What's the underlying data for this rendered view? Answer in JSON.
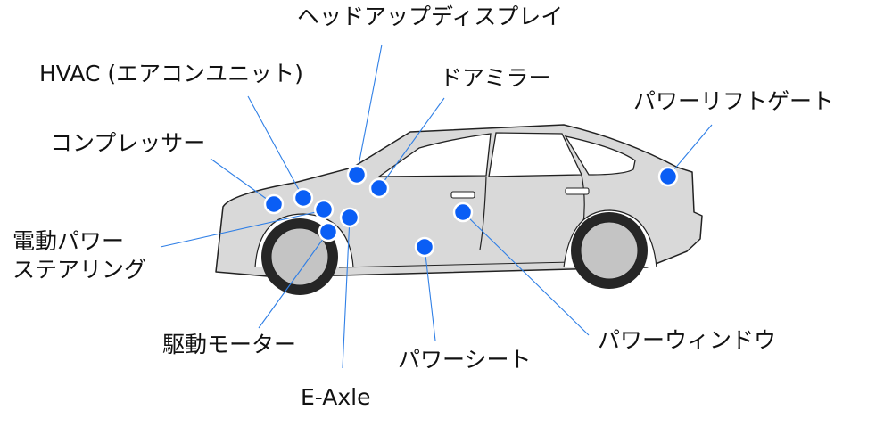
{
  "colors": {
    "body_fill": "#d9d9d9",
    "outline": "#222222",
    "marker": "#0a5ef5",
    "leader": "#2f7fe6",
    "tire": "#262626",
    "hub": "#c4c4c4"
  },
  "labels": {
    "hud": "ヘッドアップディスプレイ",
    "hvac": "HVAC (エアコンユニット)",
    "door_mirror": "ドアミラー",
    "power_liftgate": "パワーリフトゲート",
    "compressor": "コンプレッサー",
    "eps_line1": "電動パワー",
    "eps_line2": "ステアリング",
    "drive_motor": "駆動モーター",
    "power_seat": "パワーシート",
    "power_window": "パワーウィンドウ",
    "e_axle": "E-Axle"
  }
}
